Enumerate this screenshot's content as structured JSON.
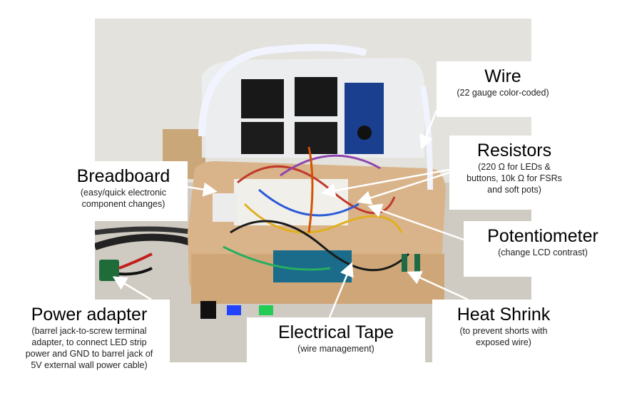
{
  "labels": {
    "wire": {
      "title": "Wire",
      "sub": "(22 gauge color-coded)"
    },
    "resistors": {
      "title": "Resistors",
      "sub1": "(220 Ω for LEDs &",
      "sub2": "buttons, 10k Ω for FSRs",
      "sub3": "and soft pots)"
    },
    "breadboard": {
      "title": "Breadboard",
      "sub1": "(easy/quick electronic",
      "sub2": "component changes)"
    },
    "potentiometer": {
      "title": "Potentiometer",
      "sub": "(change LCD contrast)"
    },
    "power_adapter": {
      "title": "Power adapter",
      "sub1": "(barrel jack-to-screw terminal",
      "sub2": "adapter, to connect LED strip",
      "sub3": "power and GND to barrel jack of",
      "sub4": "5V external wall power cable)"
    },
    "electrical_tape": {
      "title": "Electrical Tape",
      "sub": "(wire management)"
    },
    "heat_shrink": {
      "title": "Heat Shrink",
      "sub1": "(to prevent shorts with",
      "sub2": "exposed wire)"
    }
  },
  "colors": {
    "background": "#ffffff",
    "wood": "#d9b48a",
    "acrylic": "#e8ecef",
    "arrow": "#ffffff"
  }
}
